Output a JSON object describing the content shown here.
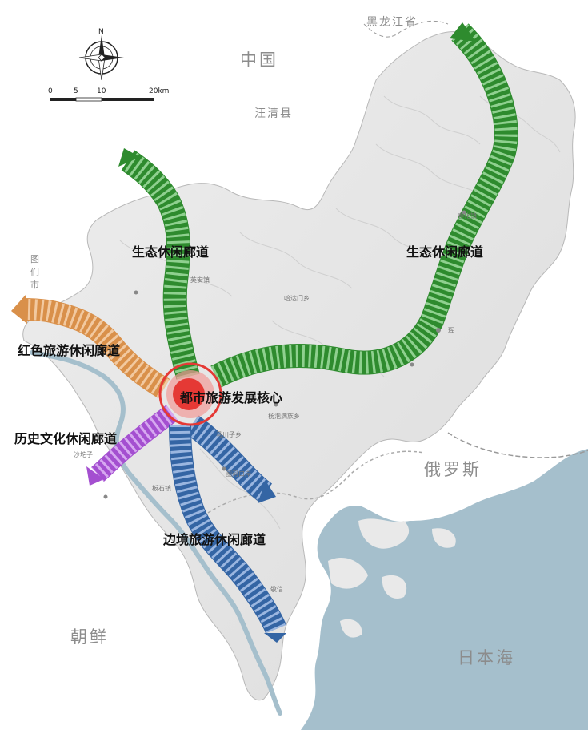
{
  "map": {
    "countries": {
      "china": "中国",
      "russia": "俄罗斯",
      "korea": "朝鲜",
      "sea": "日本海"
    },
    "regions": {
      "heilongjiang": "黑龙江省",
      "wangqing": "汪清县",
      "tumen": "图们市"
    },
    "corridors": {
      "eco_west": "生态休闲廊道",
      "eco_east": "生态休闲廊道",
      "red": "红色旅游休闲廊道",
      "history": "历史文化休闲廊道",
      "border": "边境旅游休闲廊道"
    },
    "core": "都市旅游发展核心",
    "towns": {
      "hunchun": "珲",
      "shalu": "沙坨子",
      "yingan": "英安镇",
      "hadamen": "哈达门乡",
      "chunhua": "春化镇",
      "jingxin": "敬信",
      "banshi": "板石镇",
      "madida": "马川子乡",
      "yangpao": "杨泡满族乡",
      "quanhe": "圈河口岸"
    },
    "colors": {
      "eco": "#2e8b2e",
      "red_tour": "#d9904a",
      "history": "#a44fd0",
      "border": "#3465a4",
      "core": "#e53935",
      "water": "#a5bfcc",
      "land": "#e9e9e9"
    }
  },
  "compass": {
    "north": "N"
  },
  "scale": {
    "ticks": [
      "0",
      "5",
      "10",
      "20km"
    ],
    "values_km": [
      0,
      5,
      10,
      20
    ]
  }
}
